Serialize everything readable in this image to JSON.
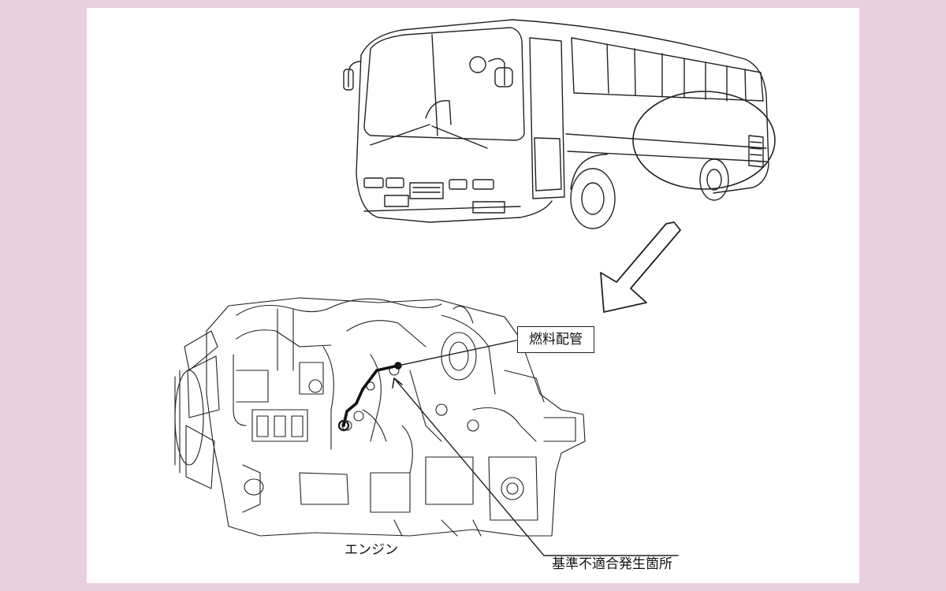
{
  "labels": {
    "fuel_pipe": "燃料配管",
    "engine": "エンジン",
    "nonconformity_location": "基準不適合発生箇所"
  },
  "colors": {
    "frame": "#e9cfe0",
    "panel": "#ffffff",
    "line": "#222222"
  }
}
